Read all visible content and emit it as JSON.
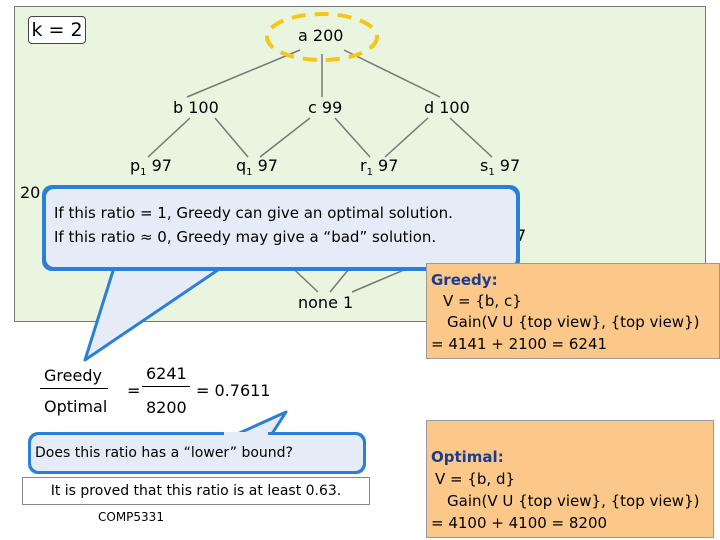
{
  "k_label": "k = 2",
  "nodes": {
    "a": "a 200",
    "b": "b 100",
    "c": "c  99",
    "d": "d 100",
    "p_letter": "p",
    "p_sub": "1",
    "p_val": " 97",
    "q_letter": "q",
    "q_sub": "1",
    "q_val": " 97",
    "r_letter": "r",
    "r_sub": "1",
    "r_val": " 97",
    "s_letter": "s",
    "s_sub": "1",
    "s_val": " 97",
    "none": "none 1",
    "left_partial": "20",
    "right_partial": "7"
  },
  "ratio_callout": {
    "line1": "If this ratio = 1, Greedy can give an optimal solution.",
    "line2": "If this ratio ≈ 0, Greedy may give a “bad” solution."
  },
  "greedy_box": {
    "title": "Greedy:",
    "line1": "V = {b, c}",
    "line2": "Gain(V U {top view}, {top view})",
    "line3": "= 4141 + 2100 = 6241"
  },
  "optimal_box": {
    "title": "Optimal:",
    "line1": "V = {b, d}",
    "line2": "Gain(V U {top view}, {top view})",
    "line3": "= 4100 + 4100 = 8200"
  },
  "ratio_formula": {
    "numerator_label": "Greedy",
    "denominator_label": "Optimal",
    "equals": "=",
    "numerator_value": "6241",
    "denominator_value": "8200",
    "result": "= 0.7611"
  },
  "question_callout": "Does this ratio has a “lower” bound?",
  "answer_text": "It is proved that this ratio is at least 0.63.",
  "footer": "COMP5331",
  "colors": {
    "panel": "#eaf5e0",
    "callout_border": "#2c7fd6",
    "callout_fill": "#e6ecf7",
    "orange": "#fcc88a",
    "highlight_ring": "#f5c518"
  }
}
